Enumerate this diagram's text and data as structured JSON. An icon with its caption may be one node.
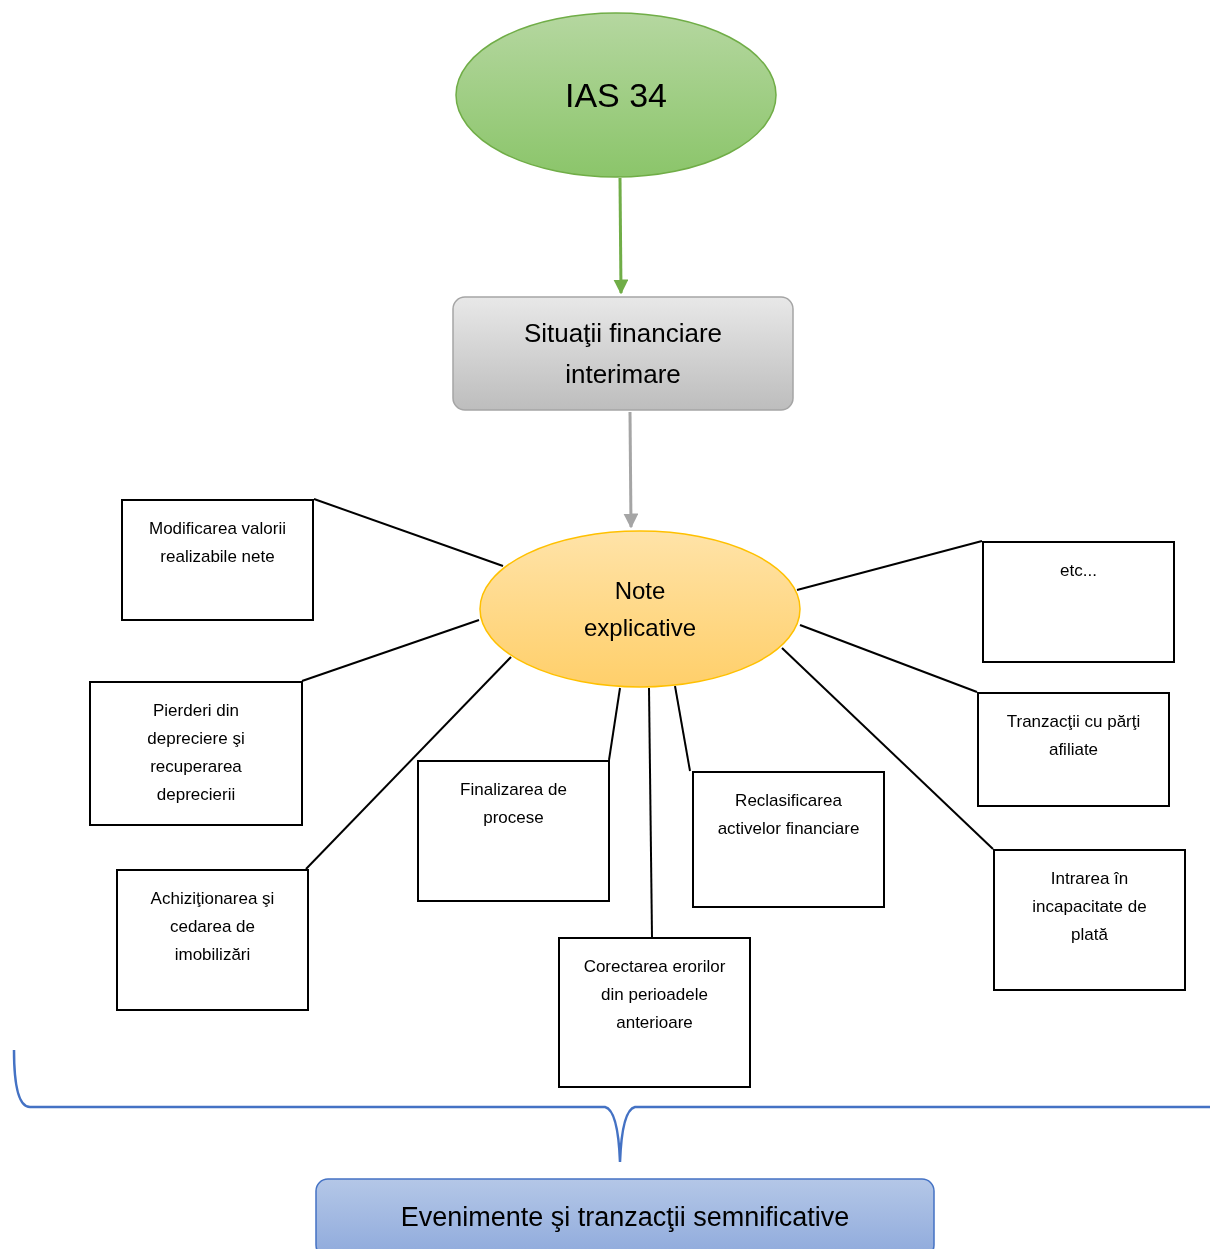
{
  "diagram": {
    "nodes": [
      {
        "text": [
          "IAS 34"
        ]
      },
      {
        "text": [
          "Situaţii financiare interimare"
        ]
      },
      {
        "text": [
          "Note explicative"
        ]
      },
      {
        "text": [
          "Modificarea valorii realizabile nete"
        ]
      },
      {
        "text": [
          "Pierderi din depreciere şi recuperarea deprecierii"
        ]
      },
      {
        "text": [
          "Achiziţionarea şi cedarea de imobilizări"
        ]
      },
      {
        "text": [
          "Finalizarea de procese"
        ]
      },
      {
        "text": [
          "Corectarea erorilor din perioadele anterioare"
        ]
      },
      {
        "text": [
          "Reclasificarea activelor financiare"
        ]
      },
      {
        "text": [
          "etc..."
        ]
      },
      {
        "text": [
          "Tranzacţii cu părţi afiliate"
        ]
      },
      {
        "text": [
          "Intrarea în incapacitate de plată"
        ]
      },
      {
        "text": [
          "Evenimente şi tranzacţii semnificative"
        ]
      }
    ],
    "edges": [
      {
        "from": 0,
        "to": 1,
        "arrow": "to",
        "color": "#70ad47"
      },
      {
        "from": 1,
        "to": 2,
        "arrow": "to",
        "color": "#a5a5a5"
      },
      {
        "from": 2,
        "to": 3,
        "arrow": "none"
      },
      {
        "from": 2,
        "to": 4,
        "arrow": "none"
      },
      {
        "from": 2,
        "to": 5,
        "arrow": "none"
      },
      {
        "from": 2,
        "to": 6,
        "arrow": "none"
      },
      {
        "from": 2,
        "to": 7,
        "arrow": "none"
      },
      {
        "from": 2,
        "to": 8,
        "arrow": "none"
      },
      {
        "from": 2,
        "to": 9,
        "arrow": "none"
      },
      {
        "from": 2,
        "to": 10,
        "arrow": "none"
      },
      {
        "from": 2,
        "to": 11,
        "arrow": "none"
      }
    ]
  }
}
